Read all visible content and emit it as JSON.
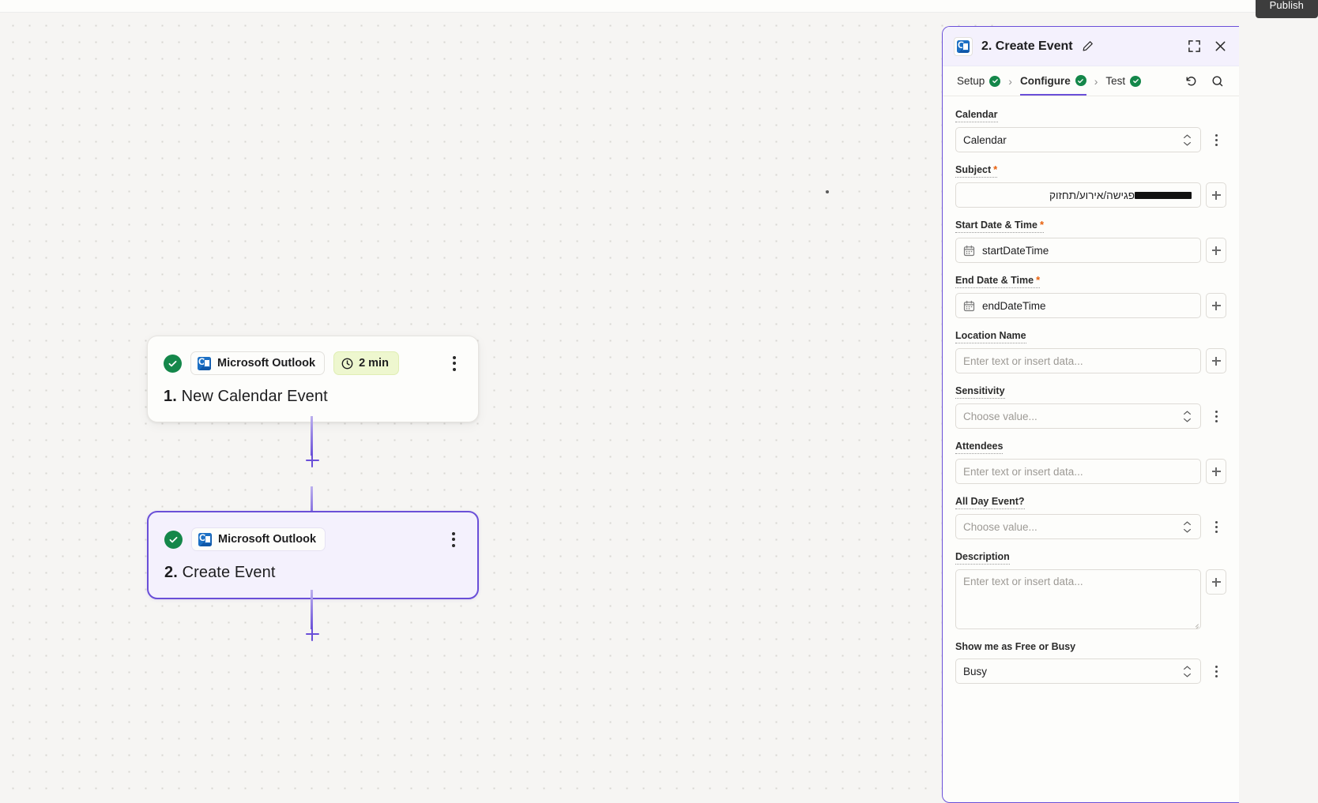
{
  "topbar": {
    "publish_label": "Publish"
  },
  "canvas": {
    "nodes": [
      {
        "index": "1.",
        "title": "New Calendar Event",
        "app": "Microsoft Outlook",
        "duration": "2 min",
        "status": "success",
        "selected": false
      },
      {
        "index": "2.",
        "title": "Create Event",
        "app": "Microsoft Outlook",
        "duration": "",
        "status": "success",
        "selected": true
      }
    ],
    "add_step_label": "+"
  },
  "panel": {
    "title": "2. Create Event",
    "app_icon": "outlook-icon",
    "edit_icon": "pencil-icon",
    "expand_icon": "expand-icon",
    "close_icon": "close-icon",
    "undo_icon": "undo-icon",
    "refresh_icon": "refresh-icon",
    "steps": [
      {
        "label": "Setup",
        "state": "complete",
        "active": false
      },
      {
        "label": "Configure",
        "state": "complete",
        "active": true
      },
      {
        "label": "Test",
        "state": "complete",
        "active": false
      }
    ],
    "step_separator": "›",
    "fields": [
      {
        "label": "Calendar",
        "required": false,
        "underlined": true,
        "type": "select",
        "value": "Calendar",
        "placeholder": "",
        "trailing": "kebab"
      },
      {
        "label": "Subject",
        "required": true,
        "underlined": true,
        "type": "text-rtl-redacted",
        "value": "פגישה/אירוע/תחזוק",
        "placeholder": "",
        "trailing": "plus"
      },
      {
        "label": "Start Date & Time",
        "required": true,
        "underlined": true,
        "type": "date",
        "value": "startDateTime",
        "placeholder": "",
        "trailing": "plus"
      },
      {
        "label": "End Date & Time",
        "required": true,
        "underlined": true,
        "type": "date",
        "value": "endDateTime",
        "placeholder": "",
        "trailing": "plus"
      },
      {
        "label": "Location Name",
        "required": false,
        "underlined": true,
        "type": "text",
        "value": "",
        "placeholder": "Enter text or insert data...",
        "trailing": "plus"
      },
      {
        "label": "Sensitivity",
        "required": false,
        "underlined": true,
        "type": "select",
        "value": "",
        "placeholder": "Choose value...",
        "trailing": "kebab"
      },
      {
        "label": "Attendees",
        "required": false,
        "underlined": true,
        "type": "text",
        "value": "",
        "placeholder": "Enter text or insert data...",
        "trailing": "plus"
      },
      {
        "label": "All Day Event?",
        "required": false,
        "underlined": true,
        "type": "select",
        "value": "",
        "placeholder": "Choose value...",
        "trailing": "kebab"
      },
      {
        "label": "Description",
        "required": false,
        "underlined": true,
        "type": "textarea",
        "value": "",
        "placeholder": "Enter text or insert data...",
        "trailing": "plus"
      },
      {
        "label": "Show me as Free or Busy",
        "required": false,
        "underlined": false,
        "type": "select",
        "value": "Busy",
        "placeholder": "",
        "trailing": "kebab"
      }
    ]
  },
  "colors": {
    "accent": "#6a4fd8",
    "success": "#14874a",
    "required": "#e8600c",
    "canvas_bg": "#f6f5f3",
    "panel_bg": "#fdfdfb",
    "selected_node_bg": "#f4f1fd",
    "time_chip_bg": "#eef7cf"
  }
}
